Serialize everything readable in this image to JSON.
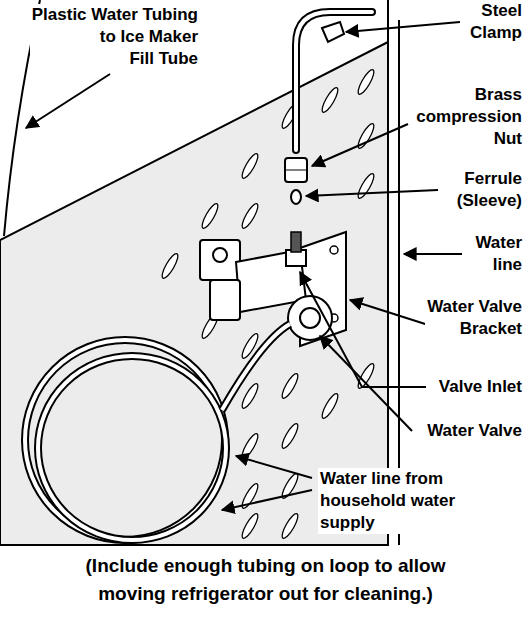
{
  "diagram": {
    "labels": [
      "Plastic Water Tubing to Ice Maker Fill Tube",
      "Steel Clamp",
      "Brass compression Nut",
      "Ferrule (Sleeve)",
      "Water line",
      "Water Valve Bracket",
      "Valve Inlet",
      "Water Valve",
      "Water line from household water supply",
      "(Include enough tubing on loop to allow moving refrigerator out for cleaning.)"
    ]
  }
}
